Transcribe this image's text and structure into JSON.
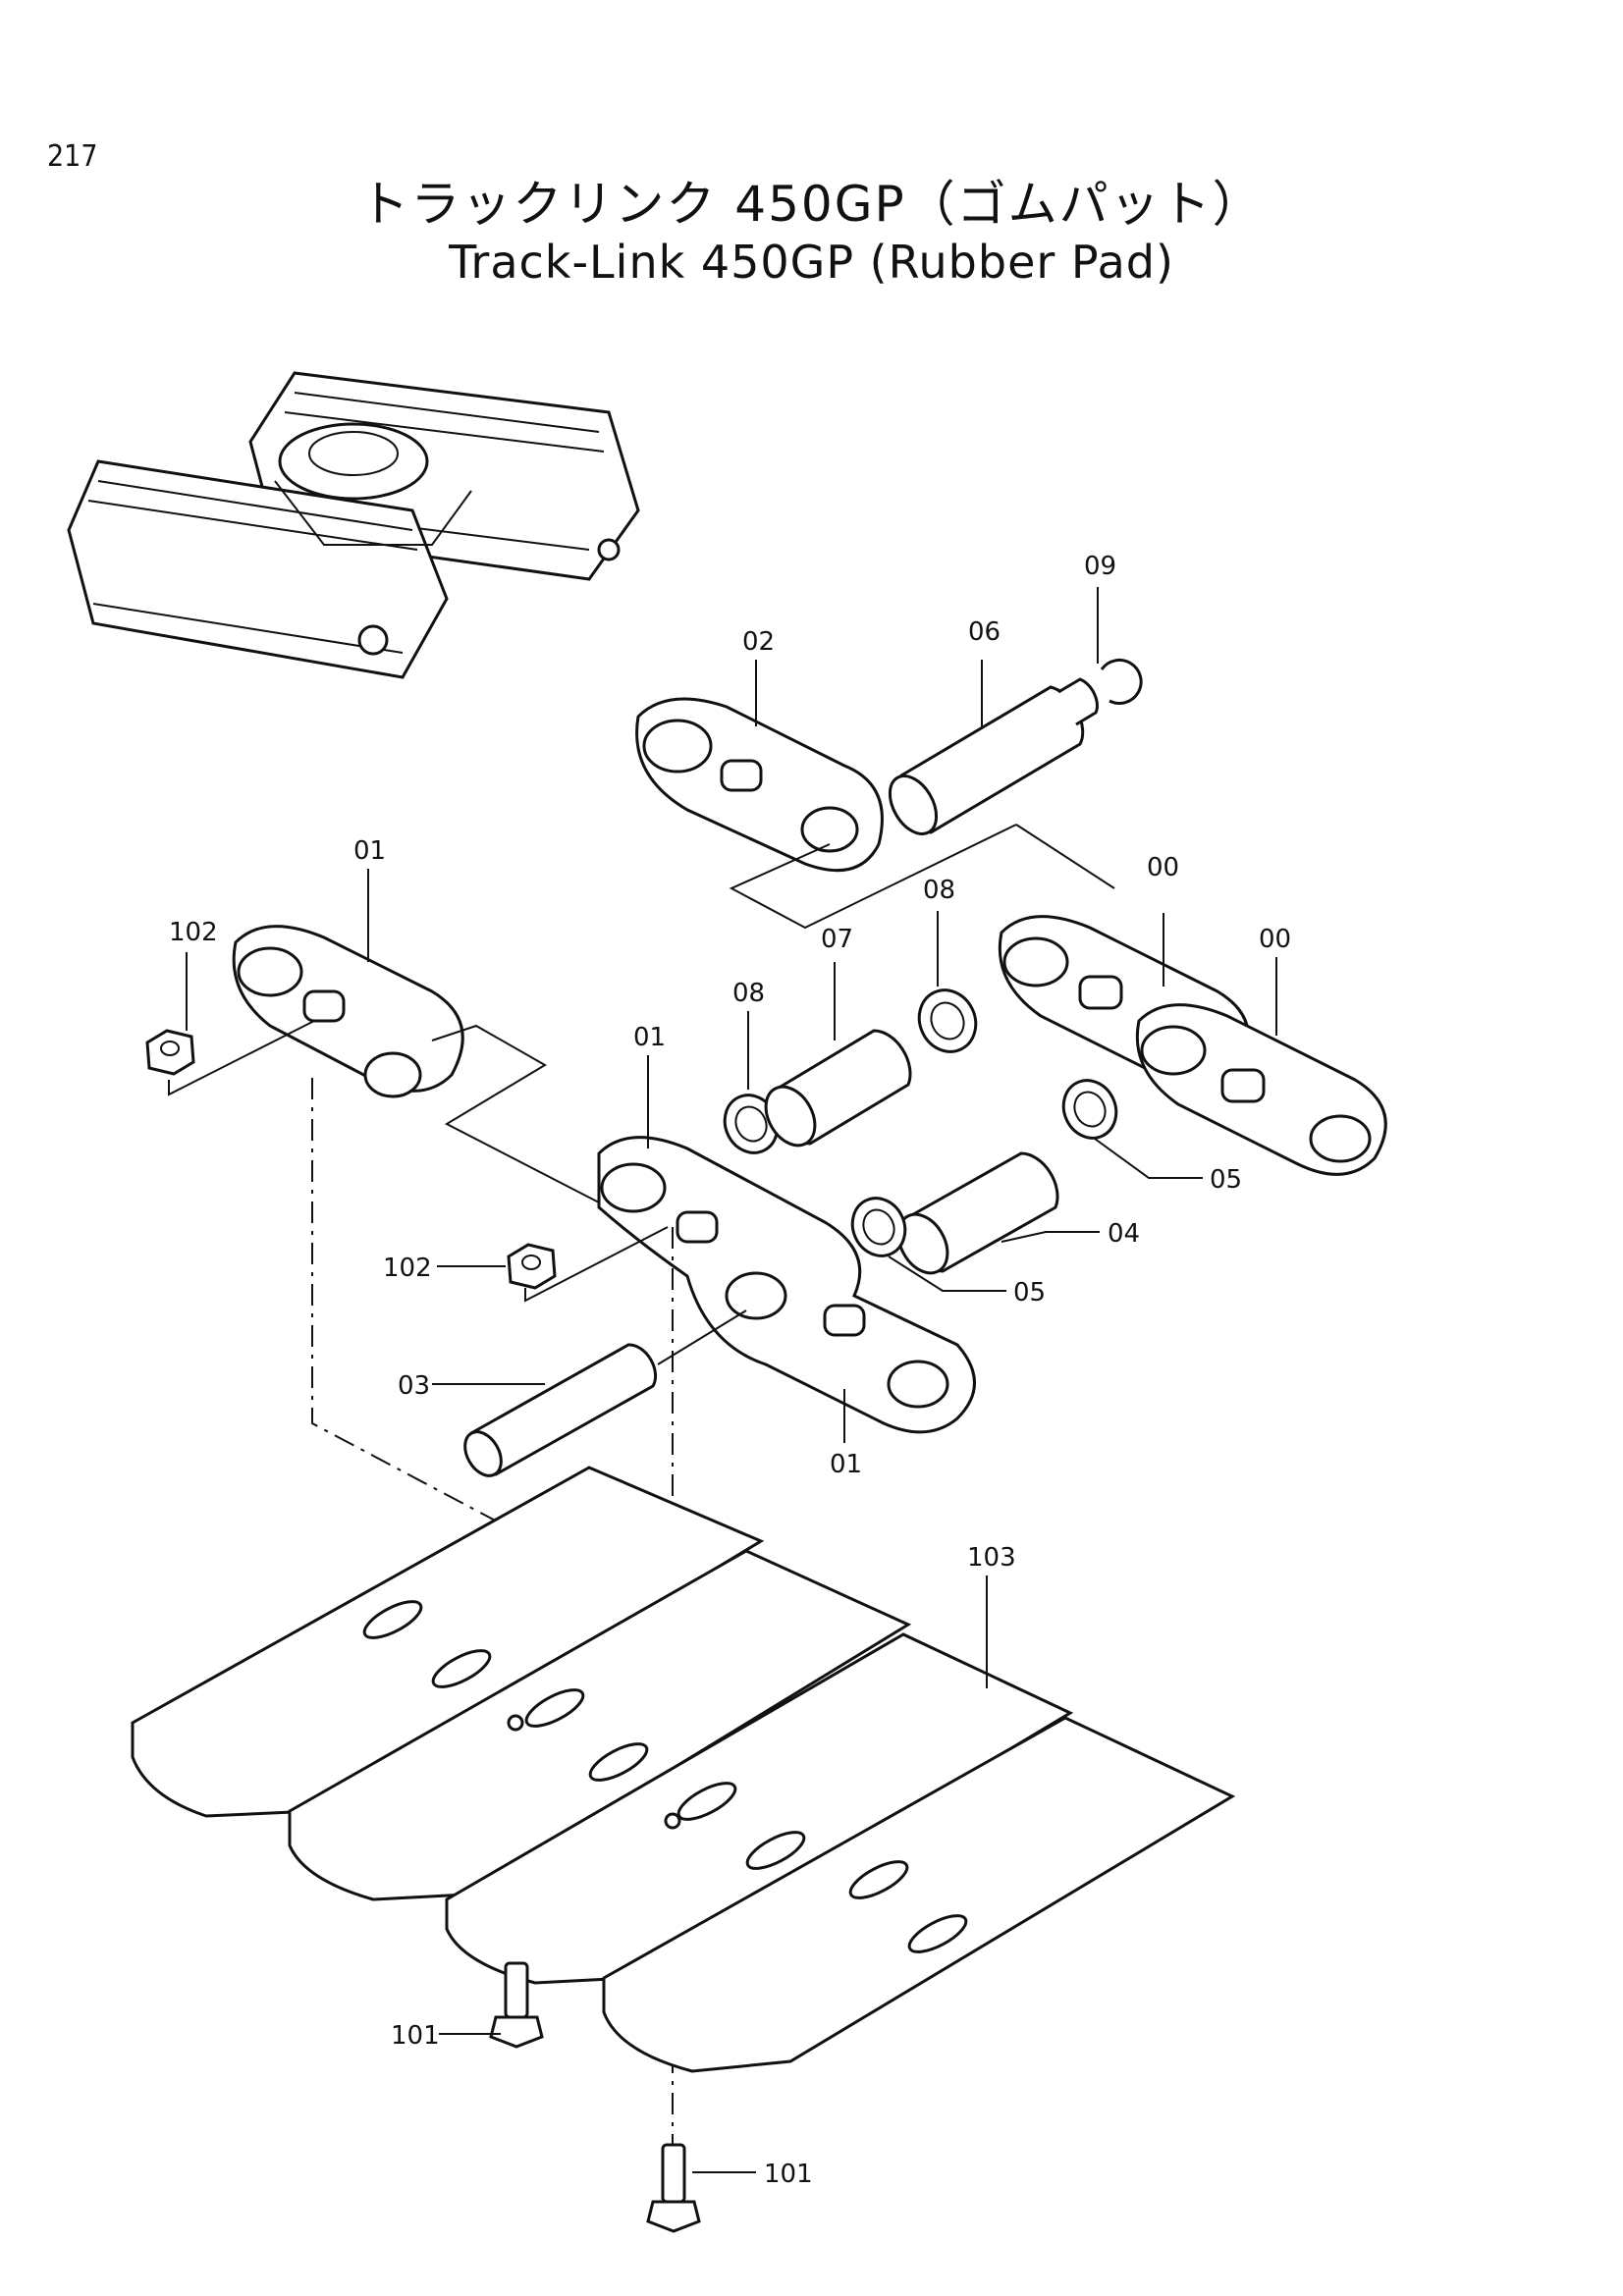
{
  "page": {
    "number": "217",
    "title_jp": "トラックリンク 450GP（ゴムパット）",
    "title_en": "Track-Link 450GP (Rubber Pad)"
  },
  "callouts": {
    "c09": "09",
    "c06": "06",
    "c02": "02",
    "c01_top": "01",
    "c102_top": "102",
    "c00_a": "00",
    "c00_b": "00",
    "c08_a": "08",
    "c08_b": "08",
    "c07": "07",
    "c01_mid": "01",
    "c05_a": "05",
    "c04": "04",
    "c05_b": "05",
    "c102_mid": "102",
    "c03": "03",
    "c01_bot": "01",
    "c103": "103",
    "c101_a": "101",
    "c101_b": "101"
  }
}
